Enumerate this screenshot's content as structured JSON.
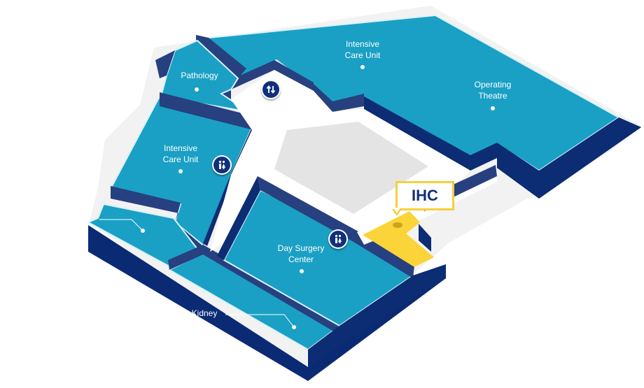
{
  "map": {
    "units": [
      {
        "id": "pathology",
        "lines": [
          "Pathology"
        ]
      },
      {
        "id": "icu-top",
        "lines": [
          "Intensive",
          "Care Unit"
        ]
      },
      {
        "id": "operating-theatre",
        "lines": [
          "Operating",
          "Theatre"
        ]
      },
      {
        "id": "icu-left",
        "lines": [
          "Intensive",
          "Care Unit"
        ]
      },
      {
        "id": "day-surgery",
        "lines": [
          "Day Surgery",
          "Center"
        ]
      },
      {
        "id": "kidney",
        "lines": [
          "Kidney"
        ]
      }
    ],
    "highlight": {
      "label": "IHC"
    },
    "icons": [
      "elevator-icon",
      "restroom-icon",
      "restroom-icon"
    ],
    "colors": {
      "room": "#1aa0c4",
      "room_edge": "#d9f2fb",
      "wall_top": "#27407f",
      "wall_side": "#0c2c73",
      "base_side": "#0a2a74",
      "corridor": "#ffffff",
      "atrium": "#e4e4e4",
      "highlight": "#fbd43a",
      "badge": "#12307a"
    }
  }
}
